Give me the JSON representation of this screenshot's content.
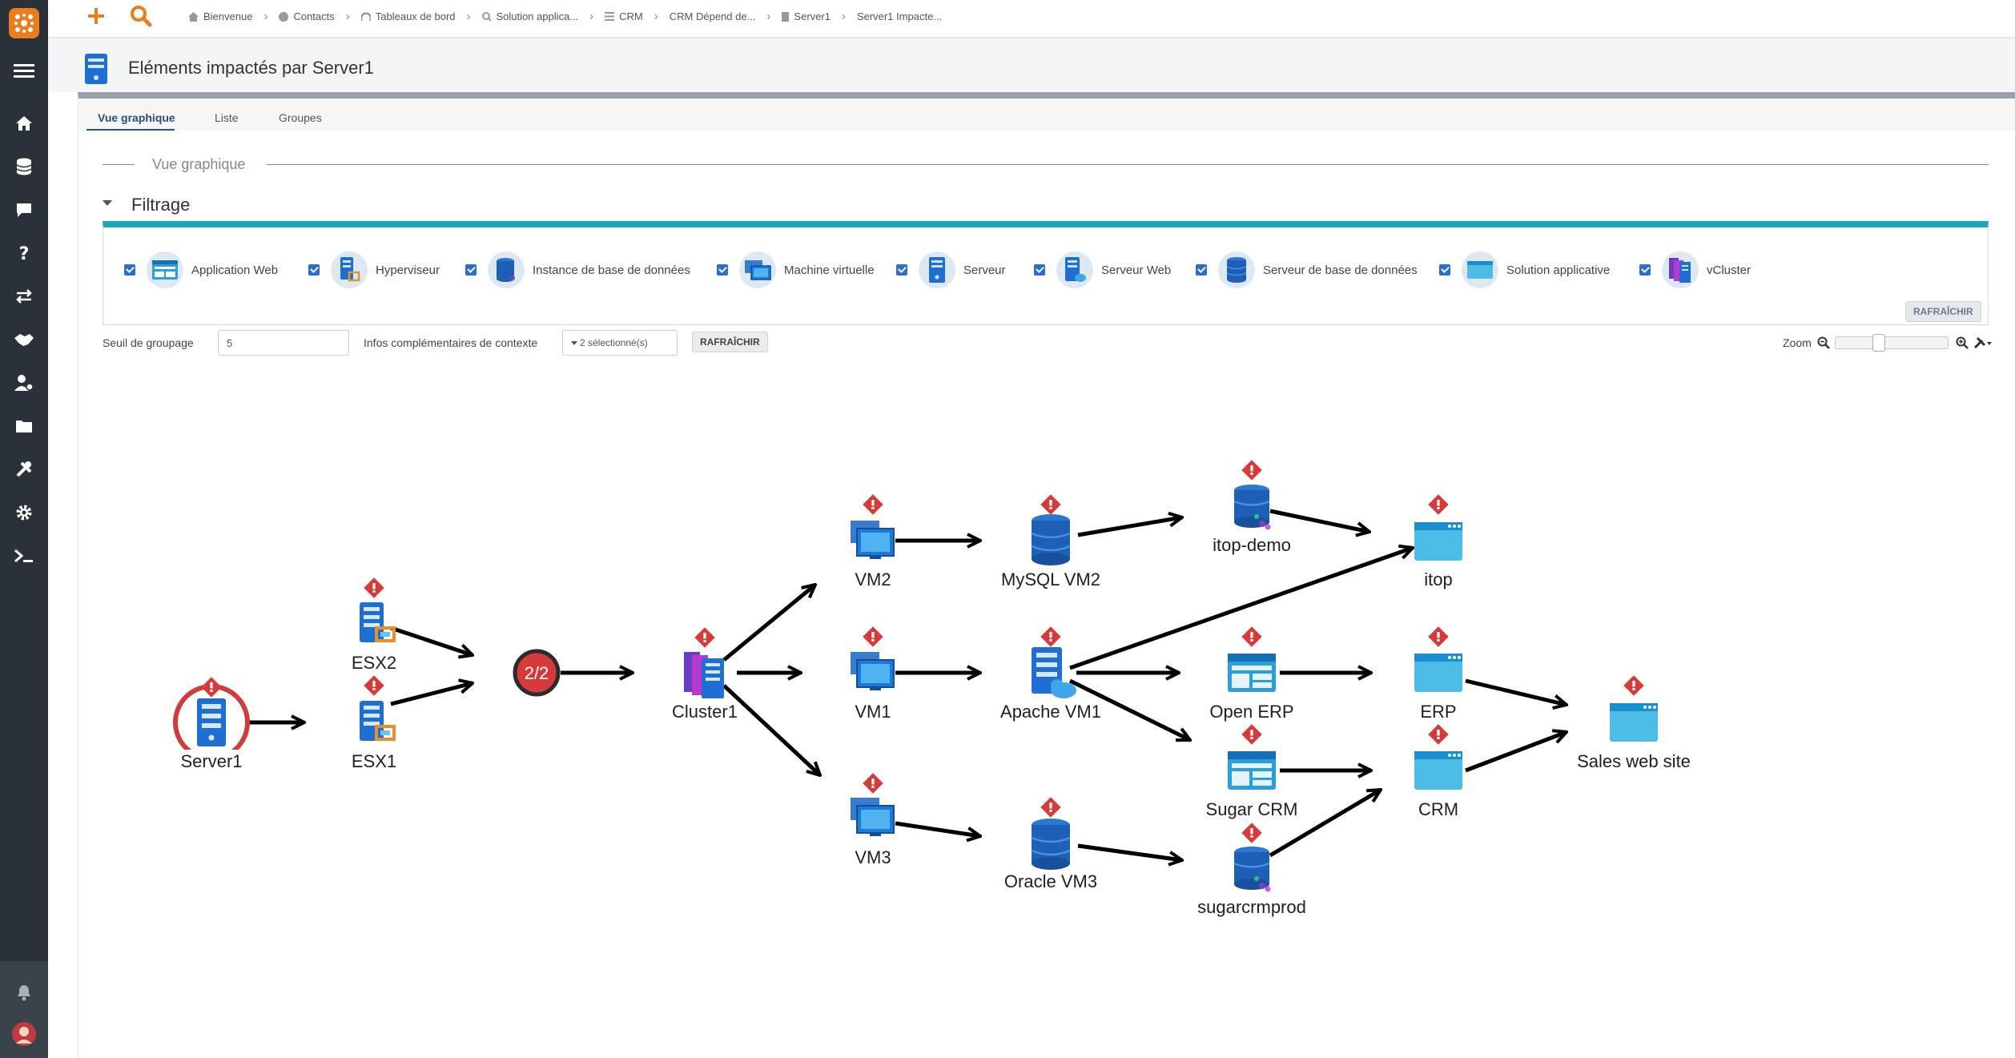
{
  "topbar": {
    "breadcrumb": [
      {
        "label": "Bienvenue",
        "icon": "home-icon"
      },
      {
        "label": "Contacts",
        "icon": "contacts-icon"
      },
      {
        "label": "Tableaux de bord",
        "icon": "dashboard-icon"
      },
      {
        "label": "Solution applica...",
        "icon": "search-icon"
      },
      {
        "label": "CRM",
        "icon": "list-icon"
      },
      {
        "label": "CRM Dépend de...",
        "icon": "list-icon"
      },
      {
        "label": "Server1",
        "icon": "server-icon"
      },
      {
        "label": "Server1 Impacte...",
        "icon": ""
      }
    ]
  },
  "page": {
    "title": "Eléments impactés par Server1"
  },
  "tabs": [
    {
      "label": "Vue graphique",
      "active": true
    },
    {
      "label": "Liste",
      "active": false
    },
    {
      "label": "Groupes",
      "active": false
    }
  ],
  "legend": {
    "title": "Vue graphique"
  },
  "filter": {
    "title": "Filtrage",
    "items": [
      {
        "label": "Application Web",
        "icon": "web-application-icon",
        "checked": true
      },
      {
        "label": "Hyperviseur",
        "icon": "hypervisor-icon",
        "checked": true
      },
      {
        "label": "Instance de base de données",
        "icon": "db-instance-icon",
        "checked": true
      },
      {
        "label": "Machine virtuelle",
        "icon": "virtual-machine-icon",
        "checked": true
      },
      {
        "label": "Serveur",
        "icon": "server-icon",
        "checked": true
      },
      {
        "label": "Serveur Web",
        "icon": "web-server-icon",
        "checked": true
      },
      {
        "label": "Serveur de base de données",
        "icon": "db-server-icon",
        "checked": true
      },
      {
        "label": "Solution applicative",
        "icon": "application-solution-icon",
        "checked": true
      },
      {
        "label": "vCluster",
        "icon": "vcluster-icon",
        "checked": true
      }
    ],
    "refresh_label": "RAFRAÎCHIR"
  },
  "controls": {
    "grouping_label": "Seuil de groupage",
    "grouping_value": "5",
    "context_label": "Infos complémentaires de contexte",
    "context_select": "2 sélectionné(s)",
    "refresh_label": "RAFRAÎCHIR",
    "zoom_label": "Zoom",
    "zoom_level": 0.33
  },
  "colors": {
    "accent_teal": "#1aa9b8",
    "sidebar": "#2a3138",
    "brand_orange": "#ea7d1e",
    "alert_red": "#d63b3b"
  },
  "graph": {
    "nodes": [
      {
        "id": "server1",
        "label": "Server1",
        "type": "server",
        "alert": true,
        "origin": true
      },
      {
        "id": "esx2",
        "label": "ESX2",
        "type": "hypervisor",
        "alert": true
      },
      {
        "id": "esx1",
        "label": "ESX1",
        "type": "hypervisor",
        "alert": true
      },
      {
        "id": "group",
        "label": "2/2",
        "type": "group"
      },
      {
        "id": "cluster1",
        "label": "Cluster1",
        "type": "vcluster",
        "alert": true
      },
      {
        "id": "vm2",
        "label": "VM2",
        "type": "vm",
        "alert": true
      },
      {
        "id": "vm1",
        "label": "VM1",
        "type": "vm",
        "alert": true
      },
      {
        "id": "vm3",
        "label": "VM3",
        "type": "vm",
        "alert": true
      },
      {
        "id": "mysqlvm2",
        "label": "MySQL VM2",
        "type": "dbserver",
        "alert": true
      },
      {
        "id": "apachevm1",
        "label": "Apache VM1",
        "type": "webserver",
        "alert": true
      },
      {
        "id": "oraclevm3",
        "label": "Oracle VM3",
        "type": "dbserver",
        "alert": true
      },
      {
        "id": "itopdemo",
        "label": "itop-demo",
        "type": "dbinstance",
        "alert": true
      },
      {
        "id": "openerp",
        "label": "Open ERP",
        "type": "webapp",
        "alert": true
      },
      {
        "id": "sugarcrm",
        "label": "Sugar CRM",
        "type": "webapp",
        "alert": true
      },
      {
        "id": "sugarcrmprod",
        "label": "sugarcrmprod",
        "type": "dbinstance",
        "alert": true
      },
      {
        "id": "itop",
        "label": "itop",
        "type": "appsolution",
        "alert": true
      },
      {
        "id": "erp",
        "label": "ERP",
        "type": "appsolution",
        "alert": true
      },
      {
        "id": "crm",
        "label": "CRM",
        "type": "appsolution",
        "alert": true
      },
      {
        "id": "saleswebsite",
        "label": "Sales web site",
        "type": "appsolution",
        "alert": true
      }
    ],
    "edges": [
      [
        "server1",
        "esx1"
      ],
      [
        "esx2",
        "group"
      ],
      [
        "esx1",
        "group"
      ],
      [
        "group",
        "cluster1"
      ],
      [
        "cluster1",
        "vm2"
      ],
      [
        "cluster1",
        "vm1"
      ],
      [
        "cluster1",
        "vm3"
      ],
      [
        "vm2",
        "mysqlvm2"
      ],
      [
        "vm1",
        "apachevm1"
      ],
      [
        "vm3",
        "oraclevm3"
      ],
      [
        "mysqlvm2",
        "itopdemo"
      ],
      [
        "itopdemo",
        "itop"
      ],
      [
        "apachevm1",
        "itop"
      ],
      [
        "apachevm1",
        "openerp"
      ],
      [
        "apachevm1",
        "sugarcrm"
      ],
      [
        "oraclevm3",
        "sugarcrmprod"
      ],
      [
        "openerp",
        "erp"
      ],
      [
        "sugarcrm",
        "crm"
      ],
      [
        "sugarcrmprod",
        "crm"
      ],
      [
        "erp",
        "saleswebsite"
      ],
      [
        "crm",
        "saleswebsite"
      ]
    ]
  }
}
